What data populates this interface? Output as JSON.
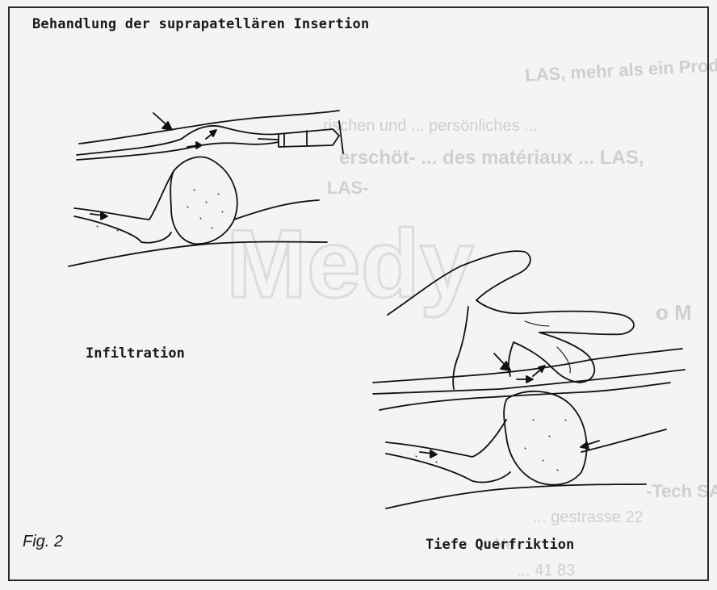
{
  "figure": {
    "title": "Behandlung der suprapatellären Insertion",
    "panels": [
      {
        "label": "Infiltration"
      },
      {
        "label": "Tiefe Querfriktion"
      }
    ],
    "caption": "Fig. 2"
  },
  "bleed_through": [
    "LAS, mehr als ein Produkt, ein Konzept",
    "rischen und ... persönliches ...",
    "erschöt- ... des matériaux ... LAS,",
    "LAS-",
    "o M",
    "-Tech SA",
    "... gestrasse 22",
    "... Ne",
    "... 41 83"
  ]
}
